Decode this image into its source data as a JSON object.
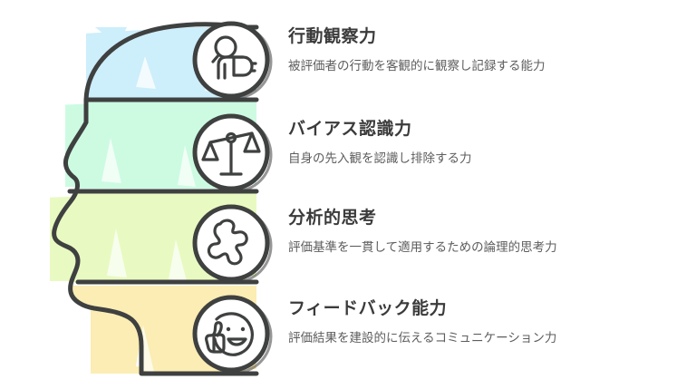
{
  "figure": {
    "outline_color": "#3f4040",
    "badge_fill": "#ffffff",
    "background": "#ffffff",
    "title_color": "#3b3b3b",
    "desc_color": "#5d5d5d"
  },
  "items": [
    {
      "title": "行動観察力",
      "desc": "被評価者の行動を客観的に観察し記録する能力",
      "band_color": "#cdeefb",
      "icon": "person-magnifier-icon"
    },
    {
      "title": "バイアス認識力",
      "desc": "自身の先入観を認識し排除する力",
      "band_color": "#ccfbe2",
      "icon": "balance-scales-icon"
    },
    {
      "title": "分析的思考",
      "desc": "評価基準を一貫して適用するための論理的思考力",
      "band_color": "#e8fac1",
      "icon": "puzzle-piece-icon"
    },
    {
      "title": "フィードバック能力",
      "desc": "評価結果を建設的に伝えるコミュニケーション力",
      "band_color": "#fbedb3",
      "icon": "smiley-thumbs-up-icon"
    }
  ]
}
